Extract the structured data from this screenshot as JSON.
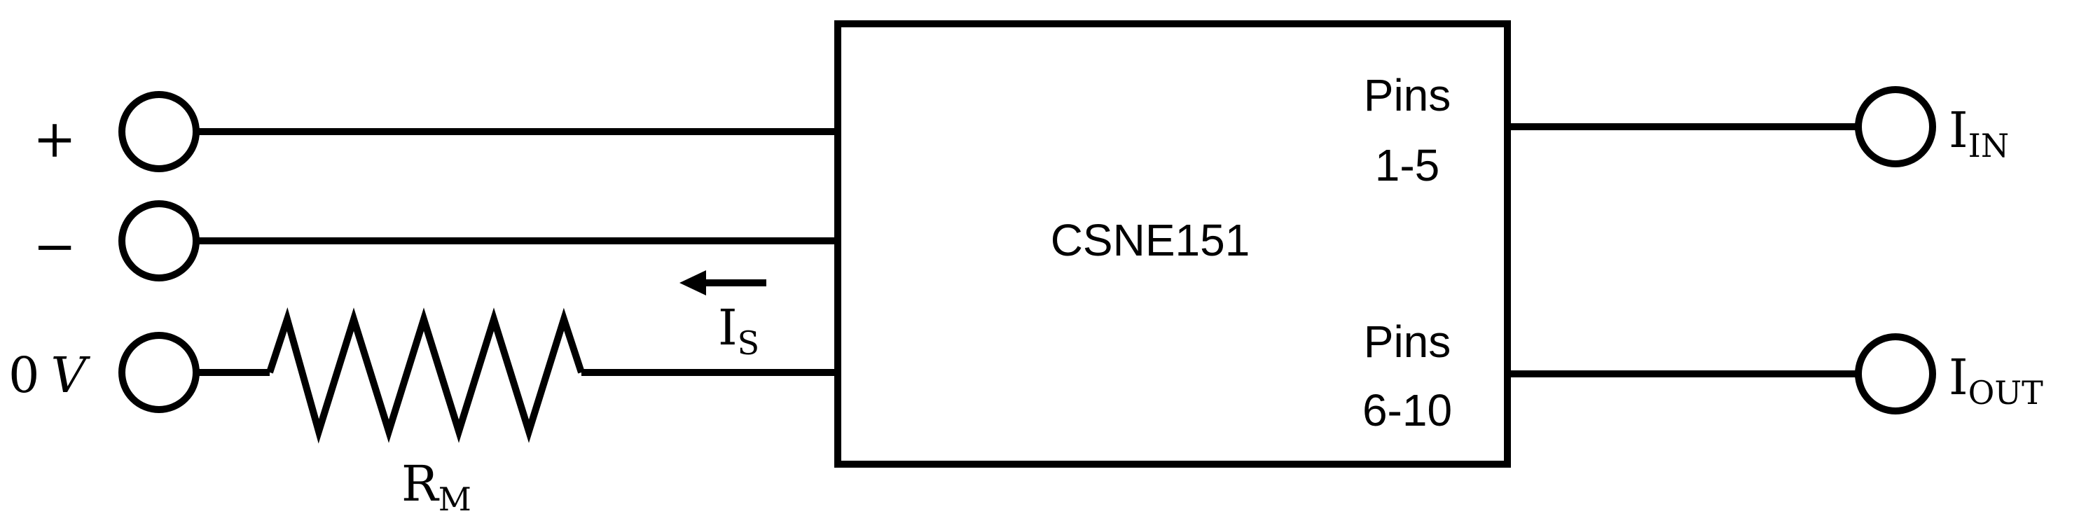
{
  "terminals": {
    "plus": {
      "label": "+"
    },
    "minus": {
      "label": "−"
    },
    "zero": {
      "num": "0",
      "unit": "V"
    },
    "iin": {
      "main": "I",
      "sub": "IN"
    },
    "iout": {
      "main": "I",
      "sub": "OUT"
    }
  },
  "resistor": {
    "main": "R",
    "sub": "M"
  },
  "current": {
    "main": "I",
    "sub": "S"
  },
  "chip": {
    "name": "CSNE151",
    "pins_top": {
      "line1": "Pins",
      "line2": "1-5"
    },
    "pins_bottom": {
      "line1": "Pins",
      "line2": "6-10"
    }
  },
  "colors": {
    "line": "#000000",
    "background": "#ffffff"
  }
}
